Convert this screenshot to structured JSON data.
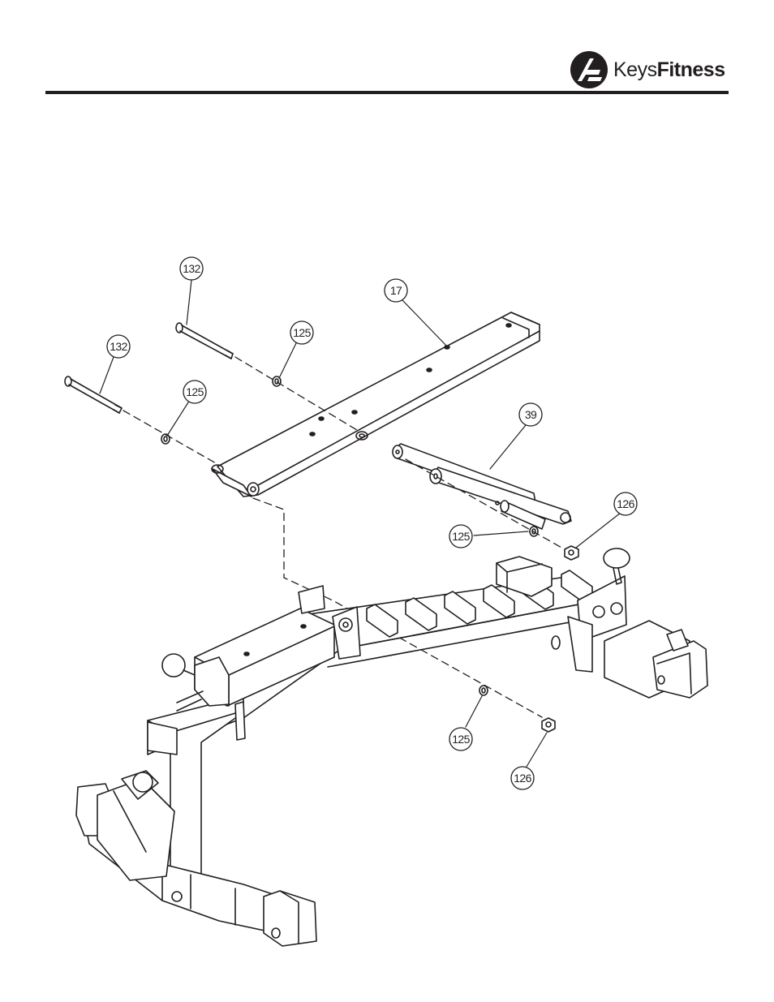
{
  "brand": {
    "name_part1": "Keys",
    "name_part2": "Fitness"
  },
  "callouts": [
    {
      "id": "c132a",
      "label": "132"
    },
    {
      "id": "c132b",
      "label": "132"
    },
    {
      "id": "c17",
      "label": "17"
    },
    {
      "id": "c125a",
      "label": "125"
    },
    {
      "id": "c125b",
      "label": "125"
    },
    {
      "id": "c39",
      "label": "39"
    },
    {
      "id": "c126a",
      "label": "126"
    },
    {
      "id": "c125c",
      "label": "125"
    },
    {
      "id": "c125d",
      "label": "125"
    },
    {
      "id": "c126b",
      "label": "126"
    }
  ],
  "colors": {
    "ink": "#231f20",
    "paper": "#ffffff"
  }
}
